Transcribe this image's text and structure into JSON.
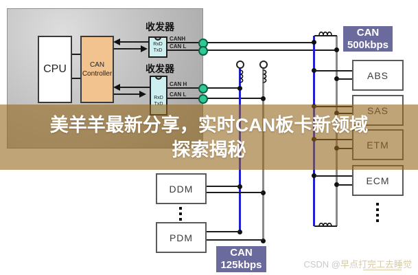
{
  "banner": {
    "title_line1": "美羊羊最新分享，实时CAN板卡新领域",
    "title_line2": "探索揭秘"
  },
  "watermark": {
    "prefix": "CSDN @",
    "author": "早点打完工去睡觉"
  },
  "diagram": {
    "cpu_label": "CPU",
    "controller_label_line1": "CAN",
    "controller_label_line2": "Controller",
    "transceiver1": {
      "title": "收发器",
      "rxd": "RxD",
      "txd": "TxD",
      "can_h": "CANH",
      "can_l": "CAN L"
    },
    "transceiver2": {
      "title": "收发器",
      "rxd": "RxD",
      "txd": "TxD",
      "can_h": "CAN H",
      "can_l": "CAN L"
    },
    "bus_500": {
      "label_line1": "CAN",
      "label_line2": "500kbps",
      "nodes": [
        "ABS",
        "SAS",
        "ETM",
        "ECM"
      ]
    },
    "bus_125": {
      "label_line1": "CAN",
      "label_line2": "125kbps",
      "nodes": [
        "DDM",
        "PDM"
      ]
    }
  },
  "colors": {
    "bus_blue": "#1f1fd0",
    "bus_gray": "#8a8a8a",
    "connector_green": "#2fc993",
    "bus_label_bg": "#6a6a9c",
    "controller_fill": "#f2c28f",
    "transceiver_fill": "#cdefef",
    "panel_gray": "#c2c2c2",
    "banner_overlay": "rgba(148,104,30,0.60)",
    "banner_text": "#ffffff"
  }
}
